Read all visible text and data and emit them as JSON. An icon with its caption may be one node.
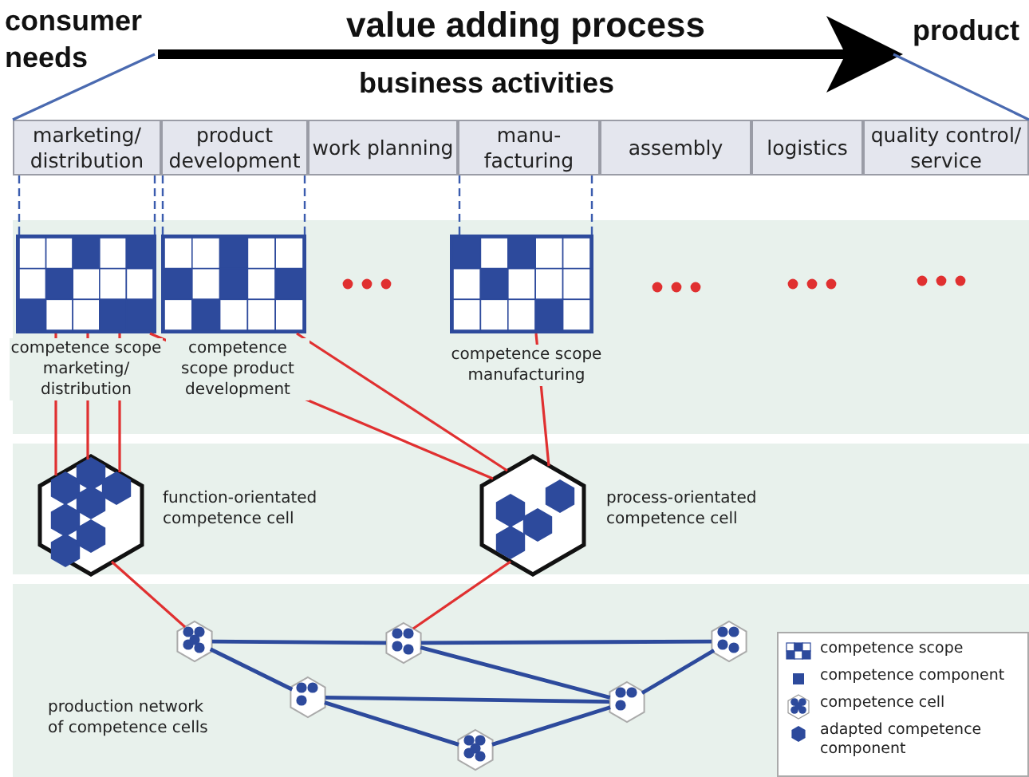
{
  "diagram": {
    "nodes": [
      {
        "text": [
          "consumer needs"
        ]
      },
      {
        "text": [
          "product"
        ]
      },
      {
        "text": [
          "marketing/ distribution"
        ]
      },
      {
        "text": [
          "product development"
        ]
      },
      {
        "text": [
          "work planning"
        ]
      },
      {
        "text": [
          "manu-facturing"
        ]
      },
      {
        "text": [
          "assembly"
        ]
      },
      {
        "text": [
          "logistics"
        ]
      },
      {
        "text": [
          "quality control/ service"
        ]
      },
      {
        "text": [],
        "shape": "box",
        "beside": [
          "competence scope marketing/ distribution"
        ]
      },
      {
        "text": [],
        "shape": "box",
        "beside": [
          "competence scope product development"
        ]
      },
      {
        "text": [],
        "shape": "box",
        "beside": [
          "competence scope manufacturing"
        ]
      },
      {
        "text": [],
        "shape": "hexagon",
        "beside": [
          "function-orientated competence cell"
        ]
      },
      {
        "text": [],
        "shape": "hexagon",
        "beside": [
          "process-orientated competence cell"
        ]
      },
      {
        "text": [],
        "shape": "hexagon"
      },
      {
        "text": [],
        "shape": "hexagon"
      },
      {
        "text": [],
        "shape": "hexagon"
      },
      {
        "text": [],
        "shape": "hexagon"
      },
      {
        "text": [],
        "shape": "hexagon"
      },
      {
        "text": [],
        "shape": "hexagon"
      }
    ],
    "edges": [
      {
        "from": 0,
        "to": 1,
        "arrow": "to",
        "label": "value adding process",
        "style": "thick",
        "color": "#000000"
      },
      {
        "from": 9,
        "to": 12,
        "arrow": "none",
        "color": "#e03030"
      },
      {
        "from": 9,
        "to": 12,
        "arrow": "none",
        "color": "#e03030"
      },
      {
        "from": 9,
        "to": 12,
        "arrow": "none",
        "color": "#e03030"
      },
      {
        "from": 9,
        "to": 13,
        "arrow": "none",
        "color": "#e03030"
      },
      {
        "from": 10,
        "to": 13,
        "arrow": "none",
        "color": "#e03030"
      },
      {
        "from": 11,
        "to": 13,
        "arrow": "none",
        "color": "#e03030"
      },
      {
        "from": 12,
        "to": 14,
        "arrow": "none",
        "color": "#e03030"
      },
      {
        "from": 13,
        "to": 16,
        "arrow": "none",
        "color": "#e03030"
      },
      {
        "from": 14,
        "to": 16,
        "arrow": "none",
        "color": "#2d4a9c"
      },
      {
        "from": 16,
        "to": 19,
        "arrow": "none",
        "color": "#2d4a9c"
      },
      {
        "from": 14,
        "to": 15,
        "arrow": "none",
        "color": "#2d4a9c"
      },
      {
        "from": 15,
        "to": 18,
        "arrow": "none",
        "color": "#2d4a9c"
      },
      {
        "from": 15,
        "to": 17,
        "arrow": "none",
        "color": "#2d4a9c"
      },
      {
        "from": 16,
        "to": 18,
        "arrow": "none",
        "color": "#2d4a9c"
      },
      {
        "from": 17,
        "to": 18,
        "arrow": "none",
        "color": "#2d4a9c"
      },
      {
        "from": 18,
        "to": 19,
        "arrow": "none",
        "color": "#2d4a9c"
      },
      {
        "from": 0,
        "to": 2,
        "arrow": "none",
        "color": "#4a6ab0"
      },
      {
        "from": 1,
        "to": 8,
        "arrow": "none",
        "color": "#4a6ab0"
      },
      {
        "from": 2,
        "to": 9,
        "arrow": "none",
        "style": "dashed",
        "color": "#3b5cae"
      },
      {
        "from": 2,
        "to": 9,
        "arrow": "none",
        "style": "dashed",
        "color": "#3b5cae"
      },
      {
        "from": 3,
        "to": 10,
        "arrow": "none",
        "style": "dashed",
        "color": "#3b5cae"
      },
      {
        "from": 3,
        "to": 10,
        "arrow": "none",
        "style": "dashed",
        "color": "#3b5cae"
      },
      {
        "from": 5,
        "to": 11,
        "arrow": "none",
        "style": "dashed",
        "color": "#3b5cae"
      },
      {
        "from": 5,
        "to": 11,
        "arrow": "none",
        "style": "dashed",
        "color": "#3b5cae"
      }
    ],
    "labels": [
      "business activities",
      "production network of competence cells"
    ],
    "legend": [
      {
        "text": "competence scope"
      },
      {
        "text": "competence component"
      },
      {
        "text": "competence cell"
      },
      {
        "text": "adapted competence component"
      }
    ]
  }
}
